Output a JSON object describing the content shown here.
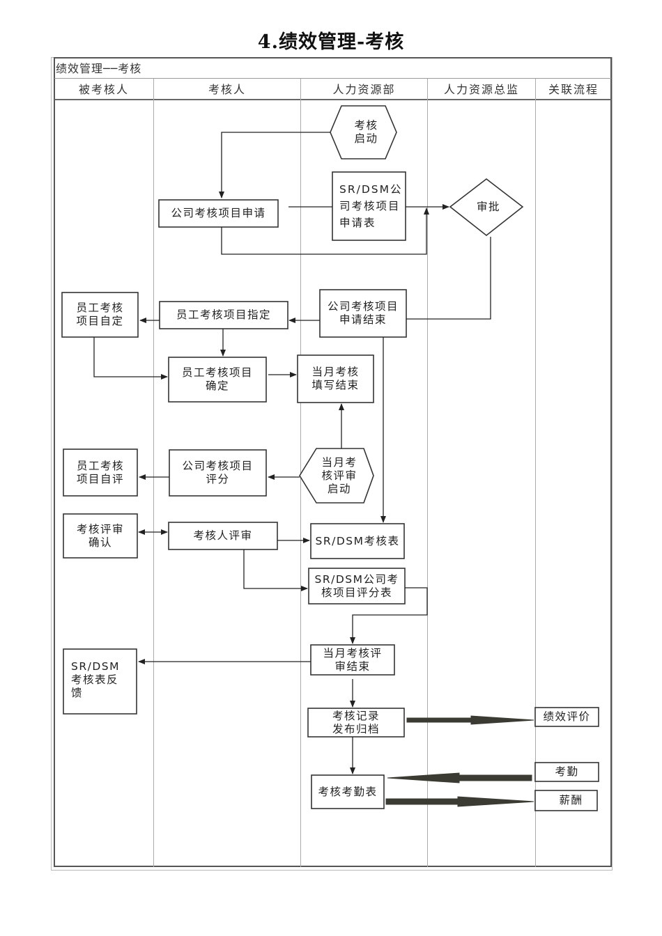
{
  "title": "4.绩效管理-考核",
  "table_caption": "绩效管理──考核",
  "lanes": [
    {
      "id": "appraisee",
      "label": "被考核人"
    },
    {
      "id": "appraiser",
      "label": "考核人"
    },
    {
      "id": "hr",
      "label": "人力资源部"
    },
    {
      "id": "hr_director",
      "label": "人力资源总监"
    },
    {
      "id": "related",
      "label": "关联流程"
    }
  ],
  "nodes": {
    "start": {
      "label": "考核\n启动",
      "shape": "hexagon",
      "lane": "hr"
    },
    "apply": {
      "label": "公司考核项目申请",
      "shape": "rect",
      "lane": "appraiser"
    },
    "apply_form": {
      "label": "SR/DSM公\n司考核项目\n申请表",
      "shape": "rect",
      "lane": "hr"
    },
    "approve": {
      "label": "审批",
      "shape": "diamond",
      "lane": "hr_director"
    },
    "apply_end": {
      "label": "公司考核项目\n申请结束",
      "shape": "rect",
      "lane": "hr"
    },
    "assign": {
      "label": "员工考核项目指定",
      "shape": "rect",
      "lane": "appraiser"
    },
    "self_set": {
      "label": "员工考核\n项目自定",
      "shape": "rect",
      "lane": "appraisee"
    },
    "confirm": {
      "label": "员工考核项目\n确定",
      "shape": "rect",
      "lane": "appraiser"
    },
    "fill_end": {
      "label": "当月考核\n填写结束",
      "shape": "rect",
      "lane": "hr"
    },
    "review_start": {
      "label": "当月考\n核评审\n启动",
      "shape": "hexagon",
      "lane": "hr"
    },
    "score": {
      "label": "公司考核项目\n评分",
      "shape": "rect",
      "lane": "appraiser"
    },
    "self_eval": {
      "label": "员工考核\n项目自评",
      "shape": "rect",
      "lane": "appraisee"
    },
    "review_confirm": {
      "label": "考核评审\n确认",
      "shape": "rect",
      "lane": "appraisee"
    },
    "appraiser_review": {
      "label": "考核人评审",
      "shape": "rect",
      "lane": "appraiser"
    },
    "eval_form": {
      "label": "SR/DSM考核表",
      "shape": "rect",
      "lane": "hr"
    },
    "score_form": {
      "label": "SR/DSM公司考\n核项目评分表",
      "shape": "rect",
      "lane": "hr"
    },
    "review_end": {
      "label": "当月考核评\n审结束",
      "shape": "rect",
      "lane": "hr"
    },
    "feedback": {
      "label": "SR/DSM\n考核表反\n馈",
      "shape": "rect",
      "lane": "appraisee"
    },
    "archive": {
      "label": "考核记录\n发布归档",
      "shape": "rect",
      "lane": "hr"
    },
    "attendance_form": {
      "label": "考核考勤表",
      "shape": "rect",
      "lane": "hr"
    },
    "perf_eval": {
      "label": "绩效评价",
      "shape": "rect",
      "lane": "related"
    },
    "attendance": {
      "label": "考勤",
      "shape": "rect",
      "lane": "related"
    },
    "salary": {
      "label": "薪酬",
      "shape": "rect",
      "lane": "related"
    }
  },
  "edges": [
    {
      "from": "start",
      "to": "apply"
    },
    {
      "from": "apply",
      "to": "approve",
      "via": "apply_form"
    },
    {
      "from": "apply",
      "to": "approve"
    },
    {
      "from": "approve",
      "to": "apply_end"
    },
    {
      "from": "apply_end",
      "to": "assign"
    },
    {
      "from": "assign",
      "to": "self_set"
    },
    {
      "from": "assign",
      "to": "confirm"
    },
    {
      "from": "self_set",
      "to": "confirm"
    },
    {
      "from": "confirm",
      "to": "fill_end"
    },
    {
      "from": "review_start",
      "to": "fill_end"
    },
    {
      "from": "review_start",
      "to": "score"
    },
    {
      "from": "score",
      "to": "self_eval"
    },
    {
      "from": "review_confirm",
      "to": "appraiser_review",
      "bidirectional": true
    },
    {
      "from": "appraiser_review",
      "to": "eval_form"
    },
    {
      "from": "appraiser_review",
      "to": "score_form"
    },
    {
      "from": "apply_end",
      "to": "eval_form"
    },
    {
      "from": "score_form",
      "to": "review_end"
    },
    {
      "from": "review_end",
      "to": "feedback"
    },
    {
      "from": "review_end",
      "to": "archive"
    },
    {
      "from": "archive",
      "to": "attendance_form"
    },
    {
      "from": "archive",
      "to": "perf_eval",
      "style": "thick"
    },
    {
      "from": "attendance",
      "to": "attendance_form",
      "style": "thick"
    },
    {
      "from": "attendance_form",
      "to": "salary",
      "style": "thick"
    }
  ],
  "colors": {
    "line": "#222222",
    "thick_arrow": "#3b3b33",
    "lane_line": "#aaaaaa",
    "border": "#555555"
  }
}
